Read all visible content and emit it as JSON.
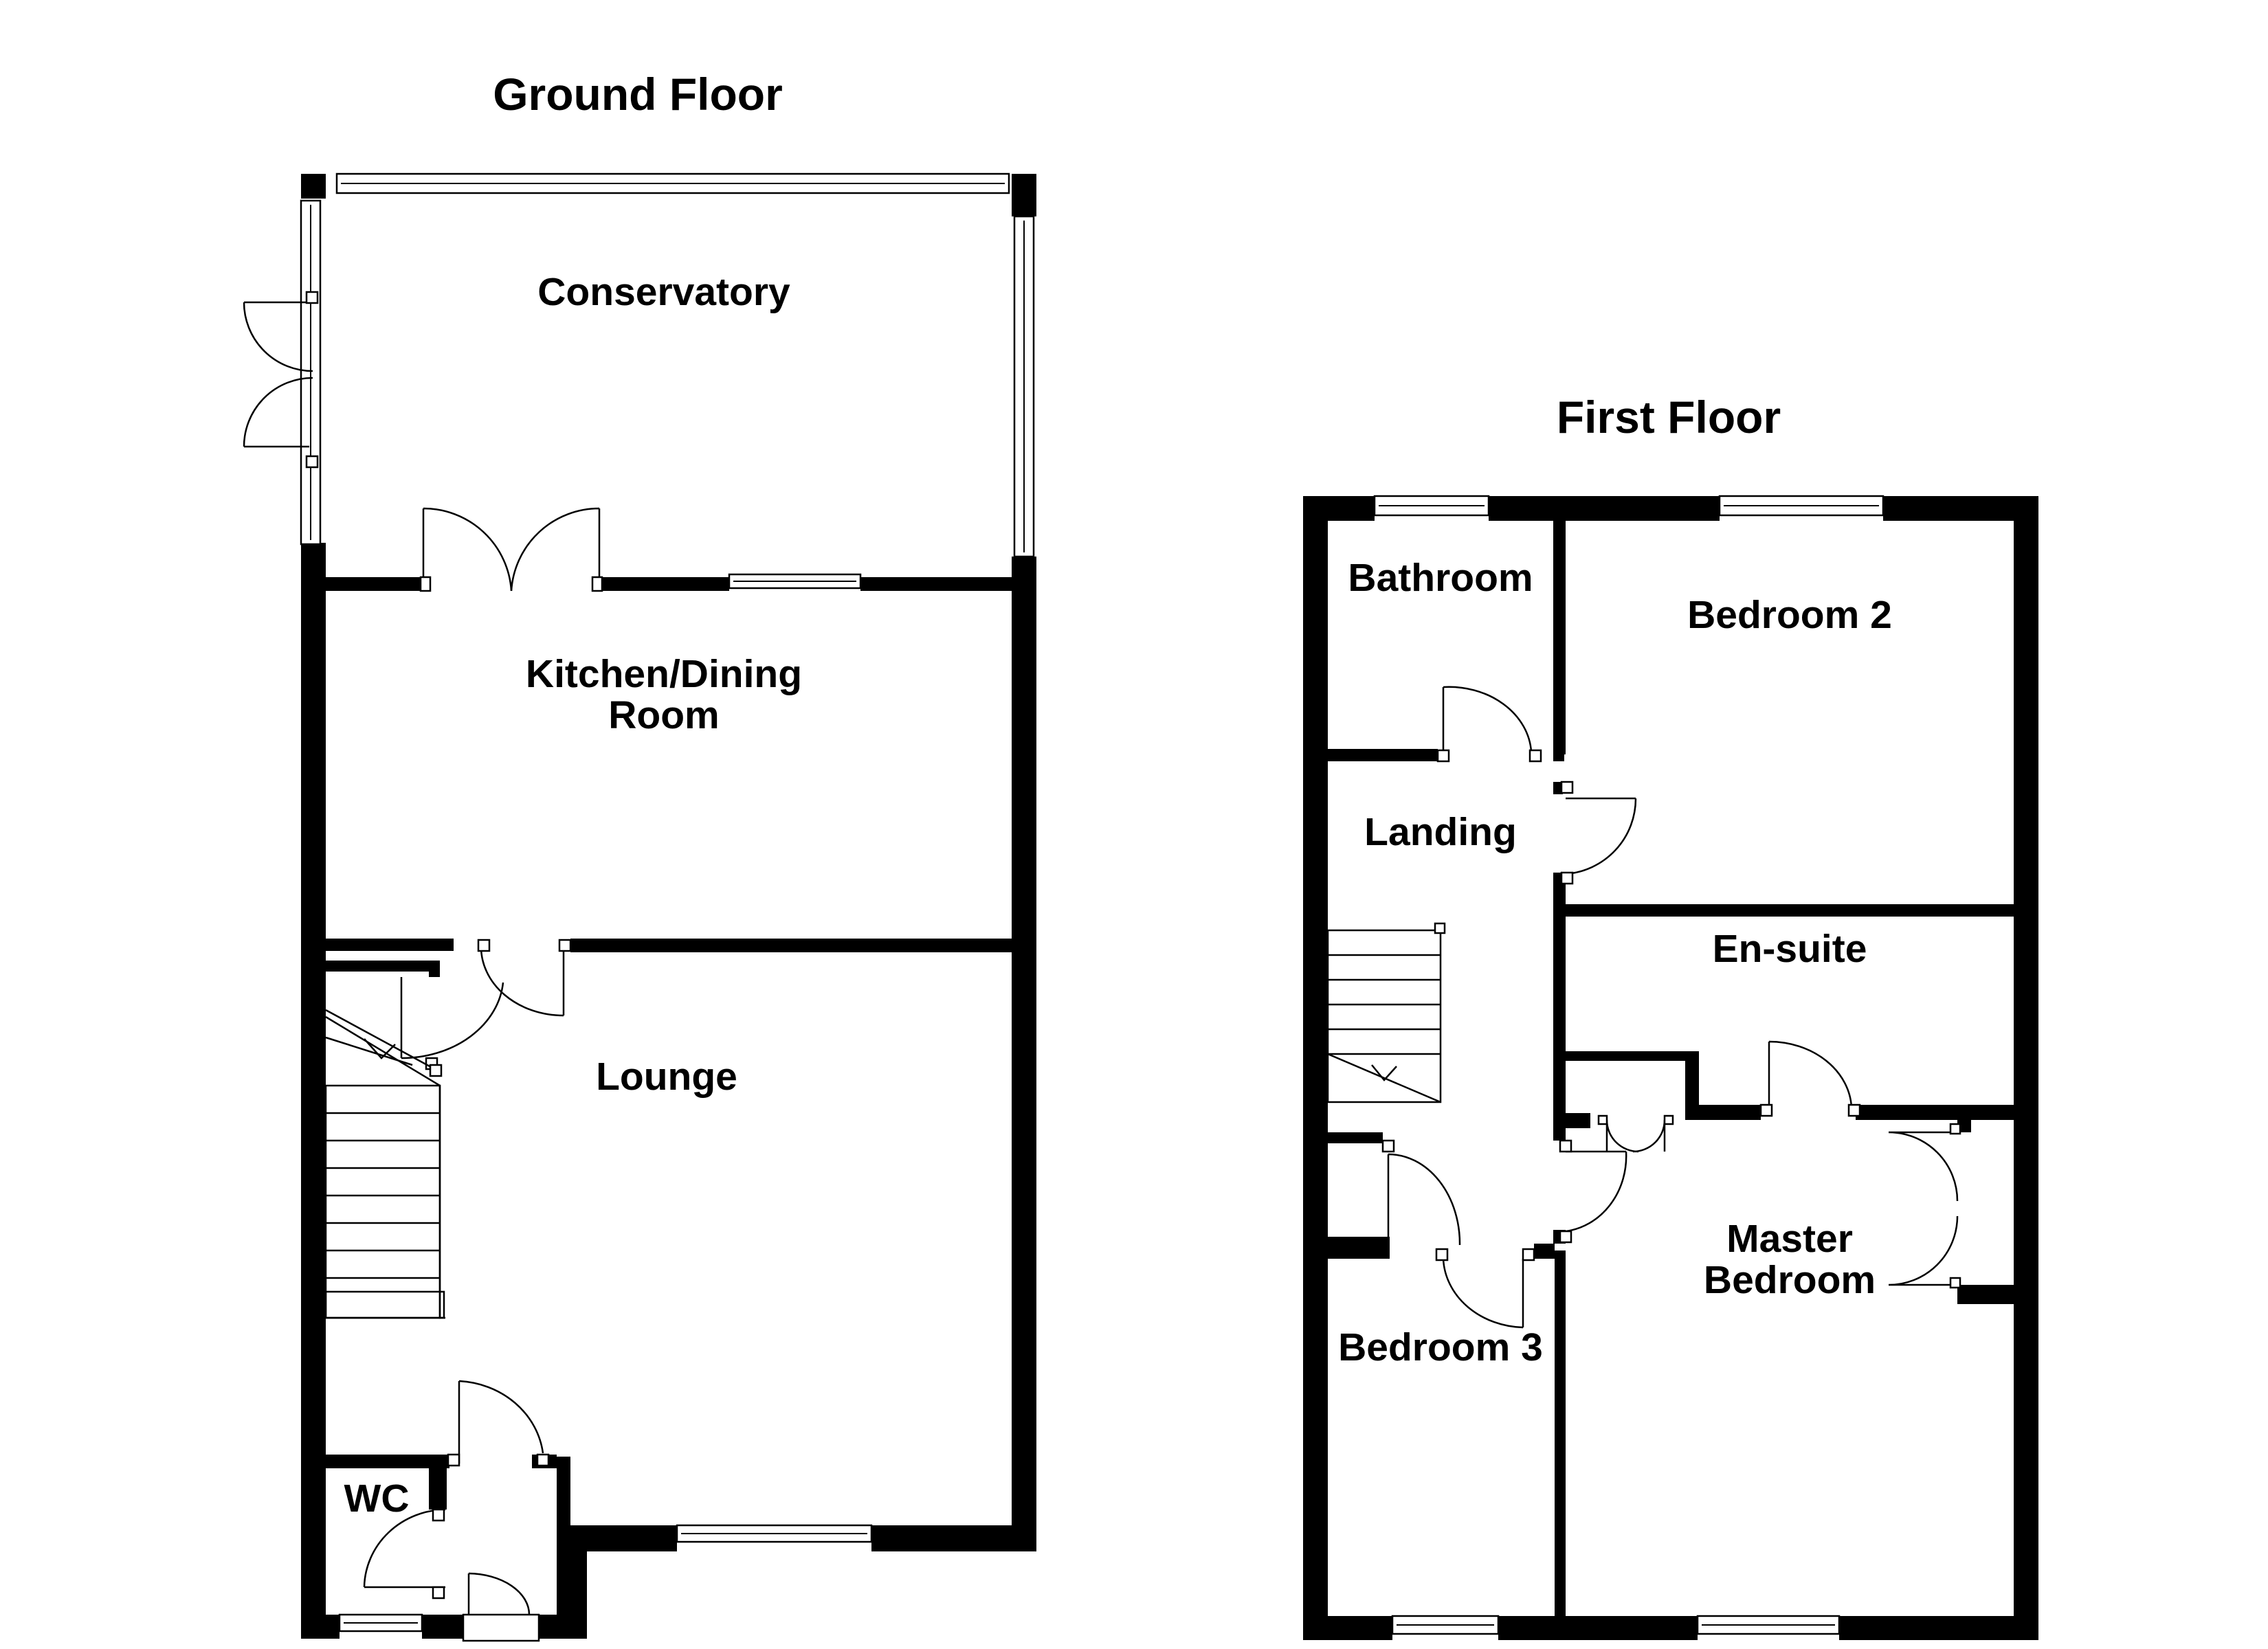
{
  "floors": {
    "ground": {
      "title": "Ground Floor",
      "rooms": {
        "conservatory": "Conservatory",
        "kitchen_line1": "Kitchen/Dining",
        "kitchen_line2": "Room",
        "lounge": "Lounge",
        "wc": "WC"
      }
    },
    "first": {
      "title": "First Floor",
      "rooms": {
        "bathroom": "Bathroom",
        "bedroom2": "Bedroom 2",
        "landing": "Landing",
        "ensuite": "En-suite",
        "master_line1": "Master",
        "master_line2": "Bedroom",
        "bedroom3": "Bedroom 3"
      }
    }
  },
  "colors": {
    "walls": "#000000",
    "background": "#ffffff"
  }
}
